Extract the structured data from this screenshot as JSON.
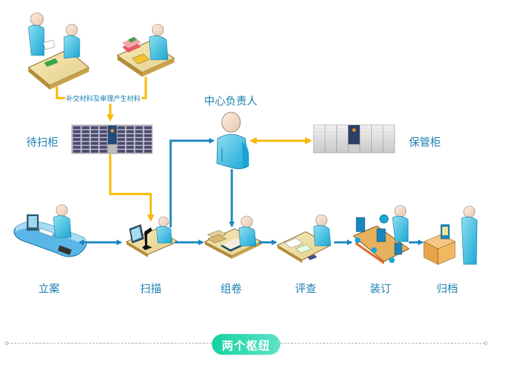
{
  "diagram": {
    "top_note": "补交材料及审理产生材料",
    "nodes": {
      "pending_cabinet": "待扫柜",
      "center_manager": "中心负责人",
      "storage_cabinet": "保管柜"
    },
    "steps": [
      {
        "label": "立案"
      },
      {
        "label": "扫描"
      },
      {
        "label": "组卷"
      },
      {
        "label": "评查"
      },
      {
        "label": "装订"
      },
      {
        "label": "归档"
      }
    ],
    "hub_label": "两个枢纽",
    "colors": {
      "text_blue": "#1b7fb0",
      "flow_blue": "#1a86bf",
      "flow_yellow": "#f5b800",
      "hub_green": "#13d3a0"
    }
  }
}
